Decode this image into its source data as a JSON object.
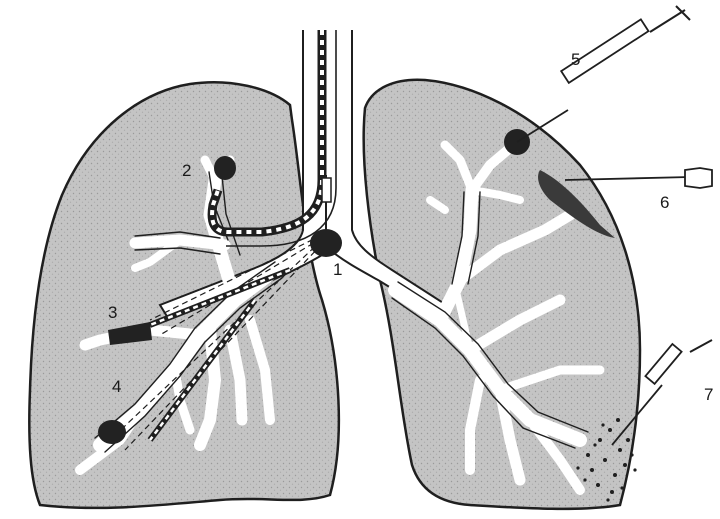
{
  "labels": {
    "n1": "1",
    "n2": "2",
    "n3": "3",
    "n4": "4",
    "n5": "5",
    "n6": "6",
    "n7": "7"
  },
  "colors": {
    "lung_fill": "#c2c2c2",
    "outline": "#1f1f1f",
    "airway": "#ffffff",
    "lesion": "#222222",
    "background": "#ffffff"
  },
  "icons": {
    "bronchoscope": "bronchoscope-icon",
    "syringe": "syringe-icon",
    "needle": "aspiration-needle-icon",
    "biopsy_tool": "biopsy-needle-icon"
  }
}
